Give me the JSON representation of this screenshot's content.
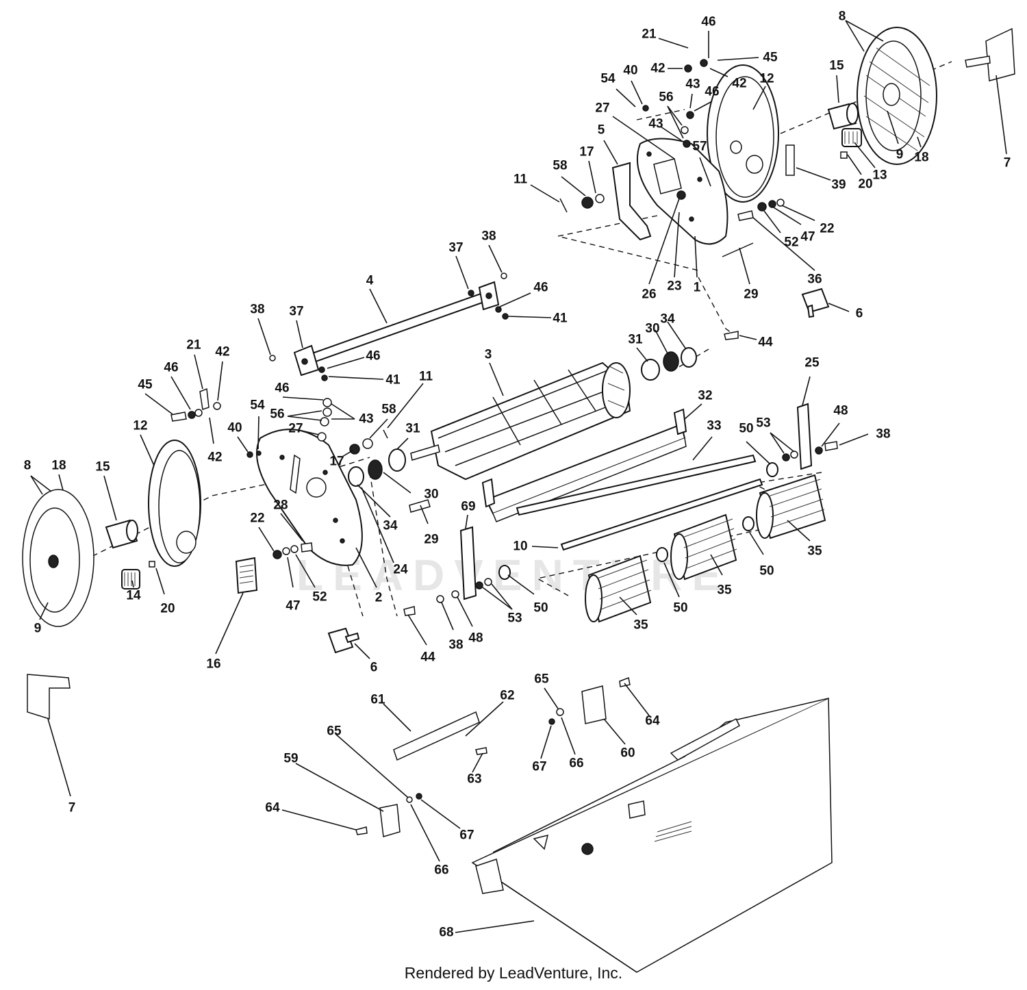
{
  "credit": "Rendered by LeadVenture, Inc.",
  "watermark": "LEADVENTURE",
  "callouts": [
    {
      "n": "46"
    },
    {
      "n": "21"
    },
    {
      "n": "42"
    },
    {
      "n": "45"
    },
    {
      "n": "42"
    },
    {
      "n": "40"
    },
    {
      "n": "54"
    },
    {
      "n": "43"
    },
    {
      "n": "46"
    },
    {
      "n": "56"
    },
    {
      "n": "12"
    },
    {
      "n": "8"
    },
    {
      "n": "15"
    },
    {
      "n": "7"
    },
    {
      "n": "27"
    },
    {
      "n": "43"
    },
    {
      "n": "57"
    },
    {
      "n": "5"
    },
    {
      "n": "17"
    },
    {
      "n": "58"
    },
    {
      "n": "11"
    },
    {
      "n": "9"
    },
    {
      "n": "18"
    },
    {
      "n": "13"
    },
    {
      "n": "20"
    },
    {
      "n": "39"
    },
    {
      "n": "22"
    },
    {
      "n": "47"
    },
    {
      "n": "52"
    },
    {
      "n": "36"
    },
    {
      "n": "26"
    },
    {
      "n": "23"
    },
    {
      "n": "1"
    },
    {
      "n": "29"
    },
    {
      "n": "6"
    },
    {
      "n": "37"
    },
    {
      "n": "38"
    },
    {
      "n": "4"
    },
    {
      "n": "46"
    },
    {
      "n": "41"
    },
    {
      "n": "38"
    },
    {
      "n": "37"
    },
    {
      "n": "46"
    },
    {
      "n": "41"
    },
    {
      "n": "44"
    },
    {
      "n": "31"
    },
    {
      "n": "30"
    },
    {
      "n": "34"
    },
    {
      "n": "3"
    },
    {
      "n": "21"
    },
    {
      "n": "42"
    },
    {
      "n": "46"
    },
    {
      "n": "45"
    },
    {
      "n": "11"
    },
    {
      "n": "58"
    },
    {
      "n": "46"
    },
    {
      "n": "43"
    },
    {
      "n": "56"
    },
    {
      "n": "12"
    },
    {
      "n": "40"
    },
    {
      "n": "54"
    },
    {
      "n": "42"
    },
    {
      "n": "27"
    },
    {
      "n": "17"
    },
    {
      "n": "31"
    },
    {
      "n": "25"
    },
    {
      "n": "32"
    },
    {
      "n": "33"
    },
    {
      "n": "48"
    },
    {
      "n": "38"
    },
    {
      "n": "50"
    },
    {
      "n": "53"
    },
    {
      "n": "8"
    },
    {
      "n": "18"
    },
    {
      "n": "15"
    },
    {
      "n": "30"
    },
    {
      "n": "34"
    },
    {
      "n": "69"
    },
    {
      "n": "22"
    },
    {
      "n": "28"
    },
    {
      "n": "29"
    },
    {
      "n": "24"
    },
    {
      "n": "10"
    },
    {
      "n": "35"
    },
    {
      "n": "50"
    },
    {
      "n": "35"
    },
    {
      "n": "14"
    },
    {
      "n": "20"
    },
    {
      "n": "47"
    },
    {
      "n": "52"
    },
    {
      "n": "2"
    },
    {
      "n": "53"
    },
    {
      "n": "50"
    },
    {
      "n": "50"
    },
    {
      "n": "35"
    },
    {
      "n": "9"
    },
    {
      "n": "16"
    },
    {
      "n": "38"
    },
    {
      "n": "48"
    },
    {
      "n": "44"
    },
    {
      "n": "6"
    },
    {
      "n": "65"
    },
    {
      "n": "64"
    },
    {
      "n": "61"
    },
    {
      "n": "62"
    },
    {
      "n": "60"
    },
    {
      "n": "67"
    },
    {
      "n": "66"
    },
    {
      "n": "63"
    },
    {
      "n": "59"
    },
    {
      "n": "65"
    },
    {
      "n": "7"
    },
    {
      "n": "64"
    },
    {
      "n": "67"
    },
    {
      "n": "66"
    },
    {
      "n": "68"
    }
  ]
}
